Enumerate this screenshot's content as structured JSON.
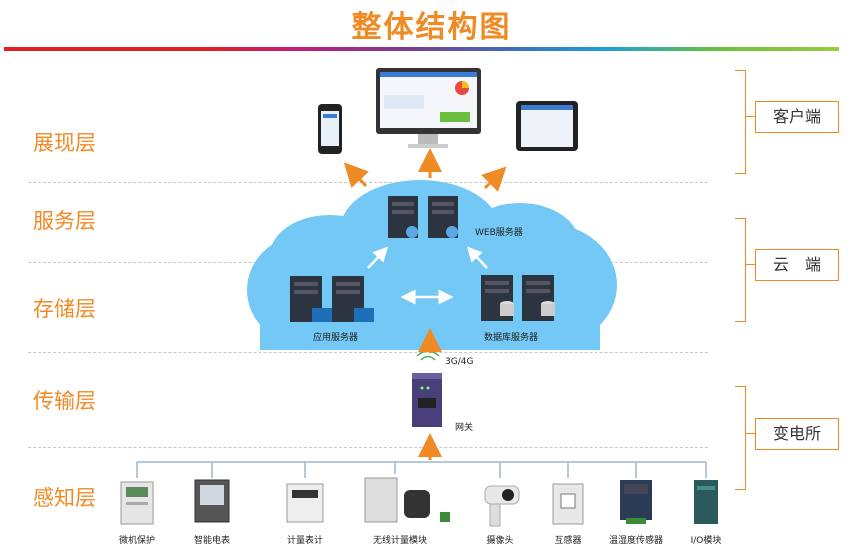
{
  "title": "整体结构图",
  "layers": {
    "presentation": "展现层",
    "service": "服务层",
    "storage": "存储层",
    "transport": "传输层",
    "perception": "感知层"
  },
  "side_labels": {
    "client": "客户端",
    "cloud": "云　端",
    "substation": "变电所"
  },
  "servers": {
    "web": "WEB服务器",
    "app": "应用服务器",
    "db": "数据库服务器"
  },
  "network": {
    "signal": "3G/4G",
    "gateway": "网关"
  },
  "devices": [
    "微机保护",
    "智能电表",
    "计量表计",
    "无线计量模块",
    "摄像头",
    "互感器",
    "温湿度传感器",
    "I/O模块"
  ],
  "colors": {
    "accent": "#f08a24",
    "cloud": "#74c8f5",
    "server": "#2c3440"
  }
}
